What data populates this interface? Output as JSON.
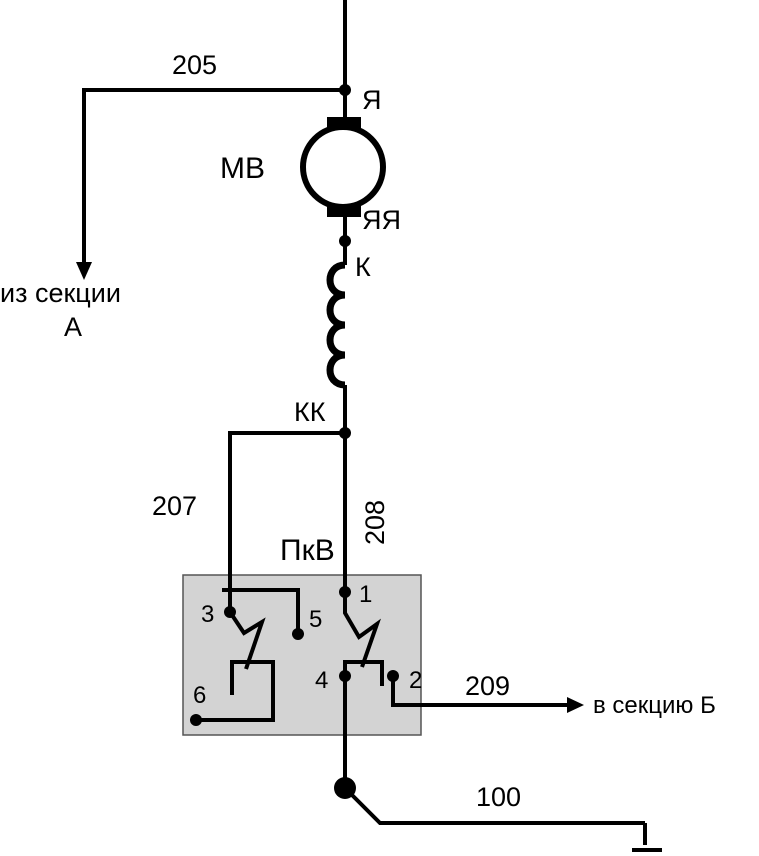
{
  "diagram": {
    "wire_205": "205",
    "wire_207": "207",
    "wire_208": "208",
    "wire_209": "209",
    "wire_100": "100",
    "terminal_ya": "Я",
    "terminal_yaya": "ЯЯ",
    "terminal_k": "К",
    "terminal_kk": "КК",
    "motor_label": "МВ",
    "switch_label": "ПкВ",
    "from_section_line1": "из секции",
    "from_section_line2": "А",
    "to_section": "в секцию Б",
    "contact_1": "1",
    "contact_2": "2",
    "contact_3": "3",
    "contact_4": "4",
    "contact_5": "5",
    "contact_6": "6"
  },
  "colors": {
    "line": "#000000",
    "switch_box_fill": "#d3d3d3",
    "switch_box_stroke": "#555555"
  }
}
